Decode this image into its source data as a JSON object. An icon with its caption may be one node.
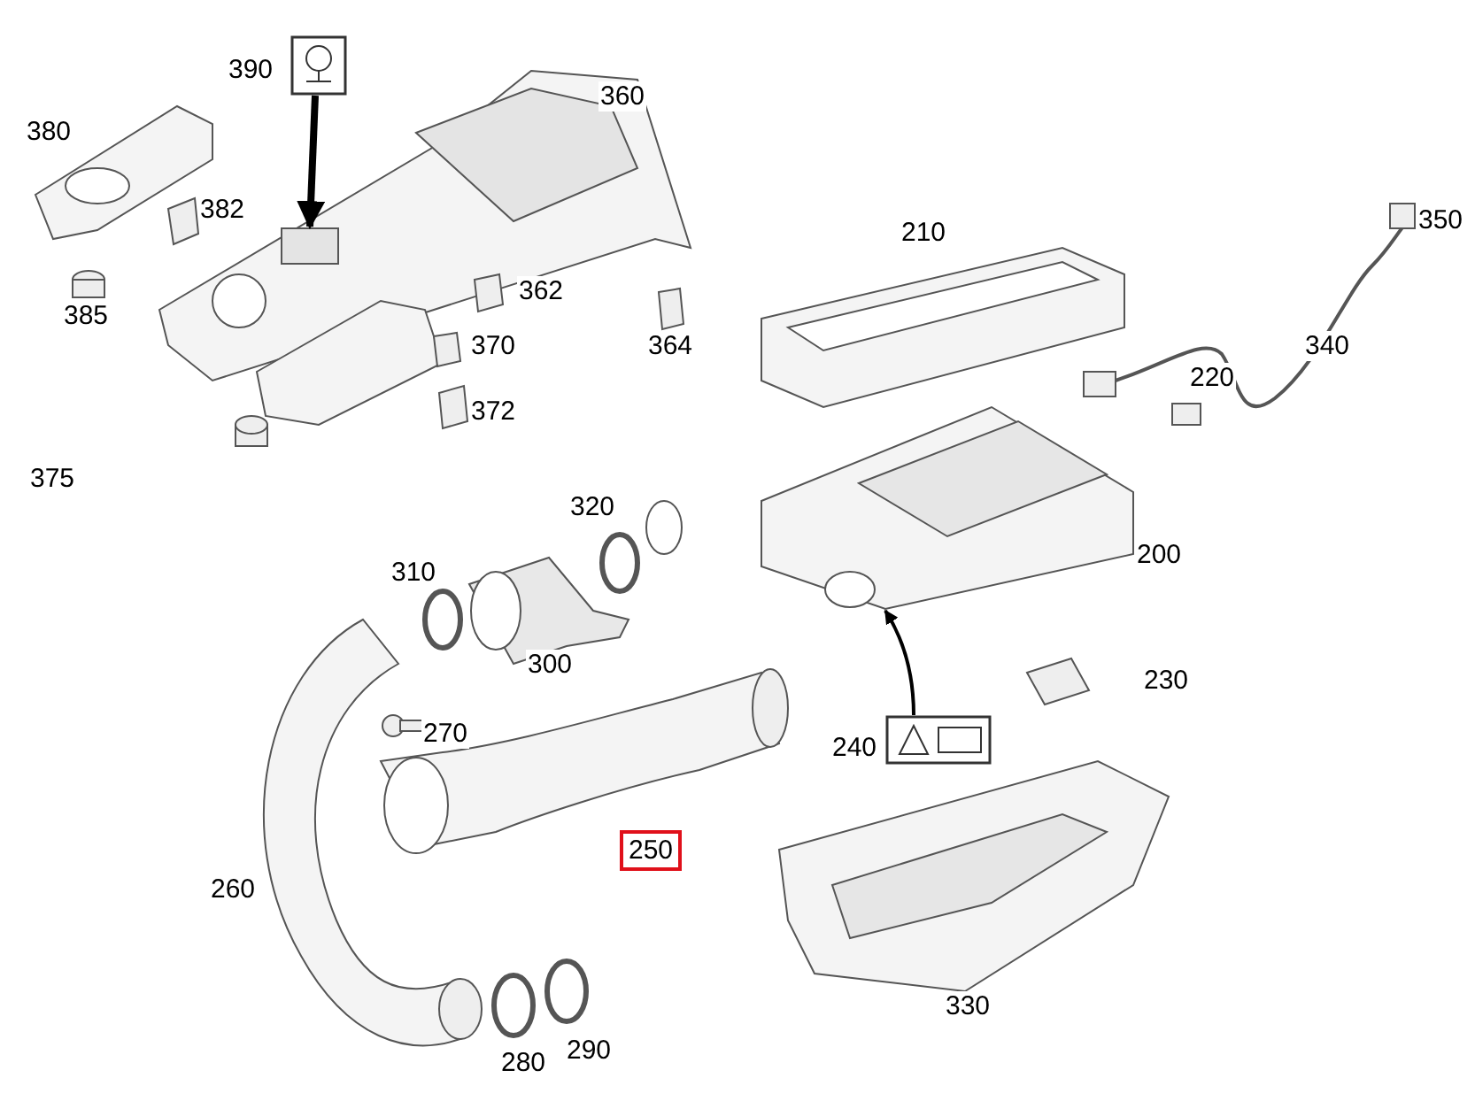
{
  "diagram": {
    "nodes": [
      {
        "text": [],
        "shape": "picture",
        "beside": [
          "390"
        ]
      },
      {
        "text": [],
        "shape": "box"
      },
      {
        "text": [],
        "shape": "picture",
        "beside": [
          "240"
        ]
      },
      {
        "text": [],
        "shape": "picture",
        "beside": [
          "200"
        ]
      }
    ],
    "edges": [
      {
        "from": 0,
        "to": 1,
        "arrow": "to",
        "style": "thick"
      },
      {
        "from": 2,
        "to": 3,
        "arrow": "to"
      }
    ],
    "labels": [
      "360",
      "380",
      "382",
      "350",
      "210",
      "362",
      "385",
      "370",
      "364",
      "340",
      "220",
      "372",
      "375",
      "320",
      "310",
      "300",
      "230",
      "270",
      "250",
      "260",
      "330",
      "290",
      "280"
    ]
  }
}
